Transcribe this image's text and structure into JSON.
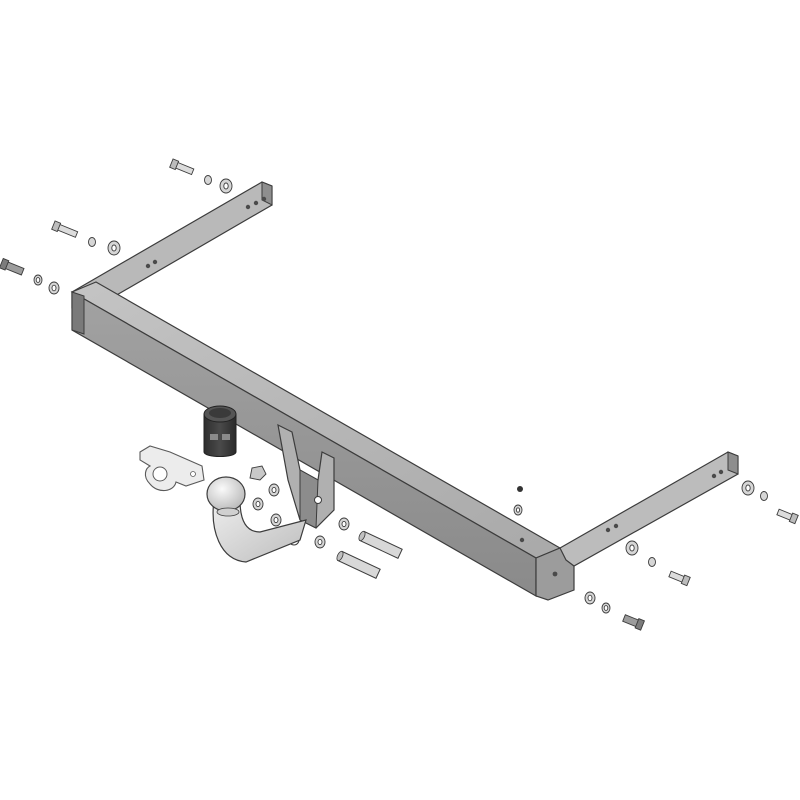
{
  "diagram": {
    "kind": "exploded-assembly",
    "subject": "tow-bar-kit",
    "background_color": "#ffffff",
    "colors": {
      "metal_light": "#bdbdbd",
      "metal_mid": "#9a9a9a",
      "metal_dark": "#6e6e6e",
      "outline": "#3c3c3c",
      "socket_dark": "#3a3a3a",
      "ball_light": "#e4e4e4",
      "washer": "#cfcfcf",
      "bracket_light": "#e8e8e8"
    },
    "parts": [
      "main-crossbar",
      "left-side-bracket",
      "right-side-bracket",
      "tow-ball-neck",
      "electrical-socket",
      "socket-mounting-plate",
      "ball-mount-plate",
      "pins",
      "bolts",
      "washers",
      "nuts"
    ]
  }
}
